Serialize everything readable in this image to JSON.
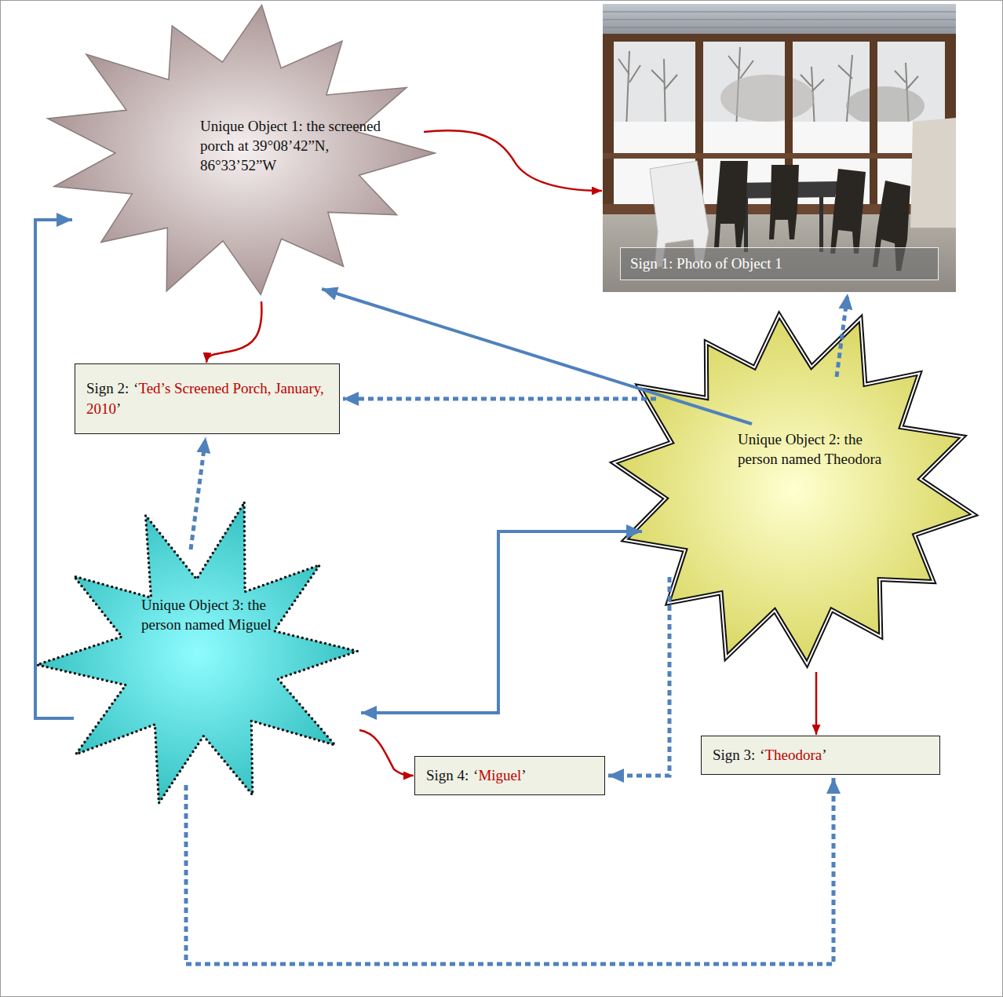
{
  "diagram": {
    "nodes": [
      {
        "text": [
          "Unique Object 1: the screened porch at 39°08’42”N, 86°33’52”W"
        ]
      },
      {
        "text": [
          "Sign 1: Photo of Object 1"
        ]
      },
      {
        "text": [
          "Sign 2:",
          "‘Ted’s Screened Porch, January, 2010’"
        ]
      },
      {
        "text": [
          "Unique Object 2: the person named Theodora"
        ]
      },
      {
        "text": [
          "Unique Object 3: the person named Miguel"
        ]
      },
      {
        "text": [
          "Sign 3:",
          "‘Theodora’"
        ]
      },
      {
        "text": [
          "Sign 4:",
          "‘Miguel’"
        ]
      }
    ],
    "edges": [
      {
        "from": 0,
        "to": 1,
        "arrow": "to"
      },
      {
        "from": 0,
        "to": 2,
        "arrow": "to"
      },
      {
        "from": 3,
        "to": 5,
        "arrow": "to"
      },
      {
        "from": 4,
        "to": 6,
        "arrow": "to"
      },
      {
        "from": 3,
        "to": 0,
        "arrow": "to"
      },
      {
        "from": 4,
        "to": 0,
        "arrow": "to"
      },
      {
        "from": 3,
        "to": 4,
        "arrow": "both"
      },
      {
        "from": 3,
        "to": 1,
        "arrow": "to"
      },
      {
        "from": 3,
        "to": 2,
        "arrow": "to"
      },
      {
        "from": 4,
        "to": 2,
        "arrow": "to"
      },
      {
        "from": 3,
        "to": 6,
        "arrow": "to"
      },
      {
        "from": 4,
        "to": 5,
        "arrow": "to"
      }
    ]
  }
}
